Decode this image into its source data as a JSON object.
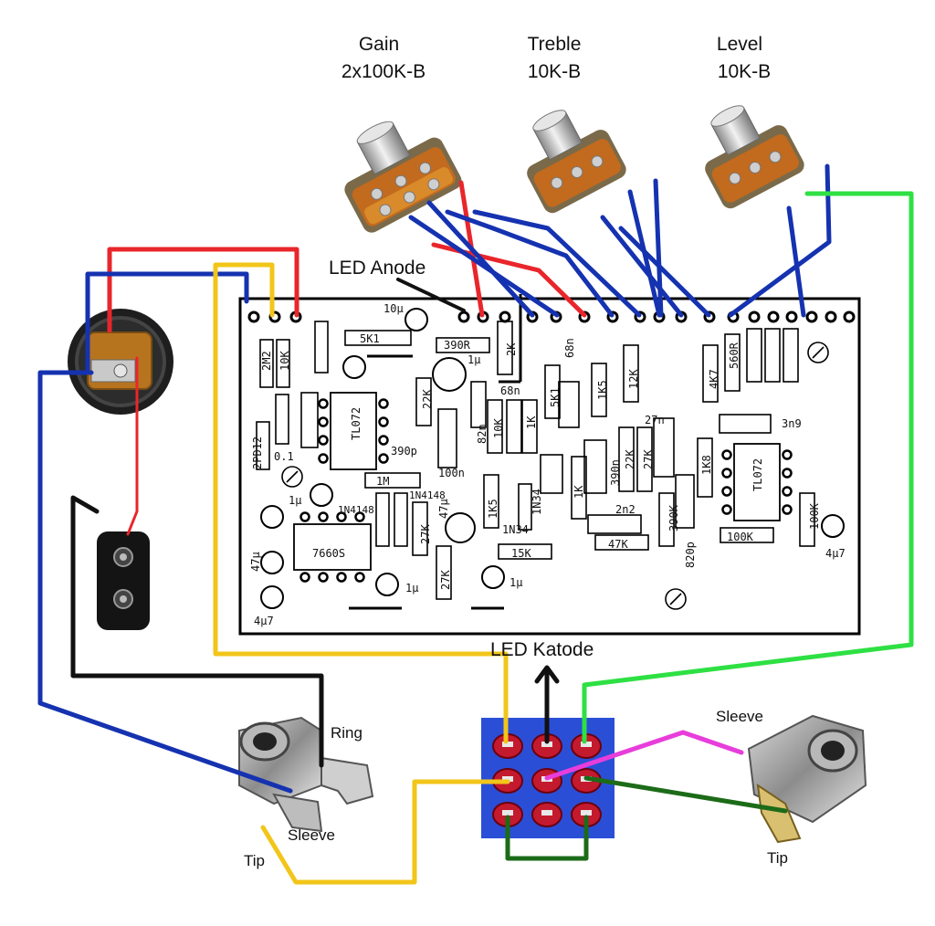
{
  "pots": [
    {
      "name": "Gain",
      "value": "2x100K-B"
    },
    {
      "name": "Treble",
      "value": "10K-B"
    },
    {
      "name": "Level",
      "value": "10K-B"
    }
  ],
  "labels": {
    "led_anode": "LED Anode",
    "led_katode": "LED Katode",
    "input_ring": "Ring",
    "input_sleeve": "Sleeve",
    "input_tip": "Tip",
    "output_sleeve": "Sleeve",
    "output_tip": "Tip"
  },
  "pcb_labels": [
    {
      "text": "10µ"
    },
    {
      "text": "5K1"
    },
    {
      "text": "390R"
    },
    {
      "text": "1µ"
    },
    {
      "text": "2K"
    },
    {
      "text": "68n"
    },
    {
      "text": "2M2"
    },
    {
      "text": "10K"
    },
    {
      "text": "22K"
    },
    {
      "text": "TL072"
    },
    {
      "text": "390p"
    },
    {
      "text": "68n"
    },
    {
      "text": "82n"
    },
    {
      "text": "10K"
    },
    {
      "text": "1K"
    },
    {
      "text": "5K1"
    },
    {
      "text": "1K5"
    },
    {
      "text": "12K"
    },
    {
      "text": "4K7"
    },
    {
      "text": "560R"
    },
    {
      "text": "3n9"
    },
    {
      "text": "27n"
    },
    {
      "text": "2PD12"
    },
    {
      "text": "0.1"
    },
    {
      "text": "100n"
    },
    {
      "text": "1M"
    },
    {
      "text": "1µ"
    },
    {
      "text": "1N4148"
    },
    {
      "text": "1N4148"
    },
    {
      "text": "47µ"
    },
    {
      "text": "1K5"
    },
    {
      "text": "1N34"
    },
    {
      "text": "1N34"
    },
    {
      "text": "1K"
    },
    {
      "text": "390n"
    },
    {
      "text": "22K"
    },
    {
      "text": "27K"
    },
    {
      "text": "1K8"
    },
    {
      "text": "TL072"
    },
    {
      "text": "100K"
    },
    {
      "text": "2n2"
    },
    {
      "text": "390K"
    },
    {
      "text": "7660S"
    },
    {
      "text": "27K"
    },
    {
      "text": "15K"
    },
    {
      "text": "47K"
    },
    {
      "text": "820p"
    },
    {
      "text": "100K"
    },
    {
      "text": "4µ7"
    },
    {
      "text": "47µ"
    },
    {
      "text": "4µ7"
    },
    {
      "text": "1µ"
    },
    {
      "text": "27K"
    },
    {
      "text": "1µ"
    }
  ],
  "wire_colors": {
    "red": "#e8262b",
    "blue": "#1532b0",
    "yellow": "#f2c519",
    "green": "#2ee043",
    "black": "#111111",
    "dark_green": "#1c6b18",
    "magenta": "#e83ddb"
  }
}
